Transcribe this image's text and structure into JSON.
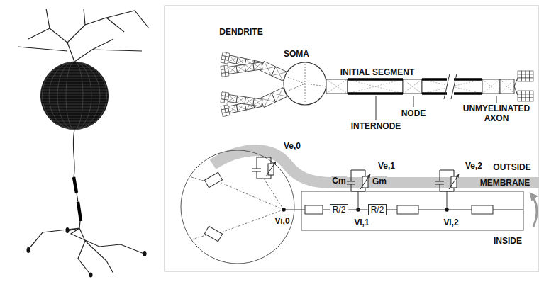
{
  "diagram": {
    "nodes": [
      {
        "text": [
          "R/2"
        ]
      },
      {
        "text": [
          "R/2"
        ]
      }
    ],
    "edges": [
      {
        "from": 0,
        "to": 1,
        "arrow": "none"
      }
    ],
    "labels": [
      "DENDRITE",
      "SOMA",
      "INITIAL SEGMENT",
      "NODE",
      "UNMYELINATED AXON",
      "INTERNODE",
      "Ve,0",
      "Ve,1",
      "Cm",
      "Gm",
      "Ve,2",
      "OUTSIDE",
      "MEMBRANE",
      "INSIDE",
      "Vi,0",
      "Vi,1",
      "Vi,2"
    ]
  }
}
